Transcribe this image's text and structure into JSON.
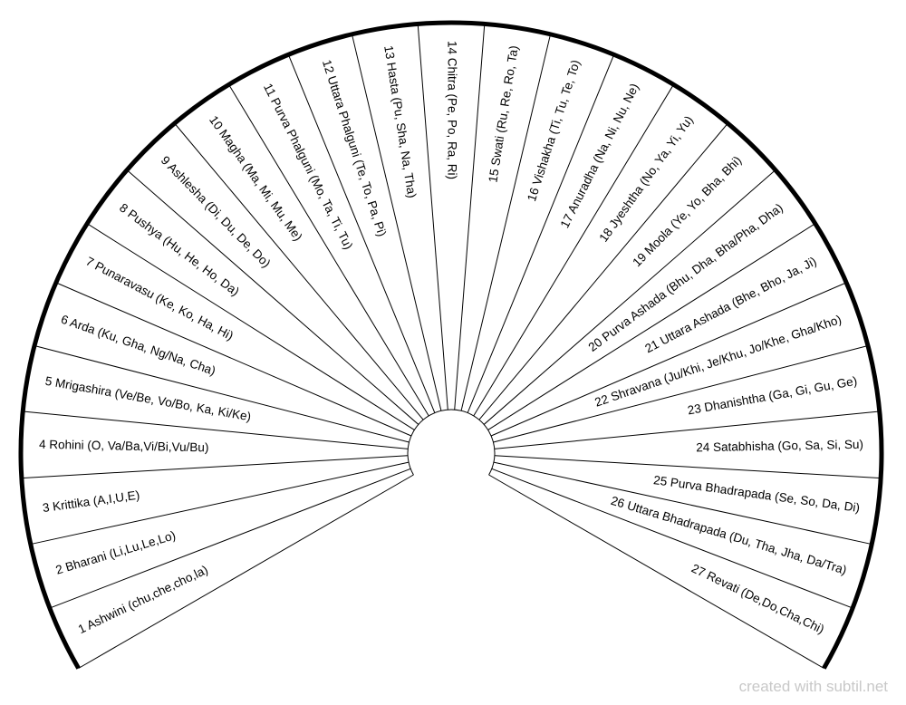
{
  "title": "Nakshatra syllables fan chart",
  "sectors": [
    "1 Ashwini (chu,che,cho,la)",
    "2 Bharani (Li,Lu,Le,Lo)",
    "3 Krittika (A,I,U,E)",
    "4 Rohini (O, Va/Ba,Vi/Bi,Vu/Bu)",
    "5 Mrigashira (Ve/Be, Vo/Bo, Ka, Ki/Ke)",
    "6 Arda (Ku, Gha, Ng/Na, Cha)",
    "7 Punaravasu (Ke, Ko, Ha, Hi)",
    "8 Pushya (Hu, He, Ho, Da)",
    "9 Ashlesha (Di, Du, De, Do)",
    "10 Magha (Ma, Mi, Mu, Me)",
    "11 Purva Phalguni (Mo, Ta, Ti, Tu)",
    "12 Uttara Phalguni (Te, To, Pa, Pi)",
    "13 Hasta (Pu, Sha, Na, Tha)",
    "14 Chitra (Pe, Po, Ra, Ri)",
    "15 Swati (Ru, Re, Ro, Ta)",
    "16 Vishakha (Ti, Tu, Te, To)",
    "17 Anuradha (Na, Ni, Nu, Ne)",
    "18 Jyeshtha (No, Ya, Yi, Yu)",
    "19 Moola (Ye, Yo, Bha, Bhi)",
    "20 Purva Ashada (Bhu, Dha, Bha/Pha, Dha)",
    "21 Uttara Ashada (Bhe, Bho, Ja, Ji)",
    "22 Shravana (Ju/Khi, Je/Khu, Jo/Khe, Gha/Kho)",
    "23 Dhanishtha (Ga, Gi, Gu, Ge)",
    "24 Satabhisha (Go, Sa, Si, Su)",
    "25 Purva Bhadrapada (Se, So, Da, Di)",
    "26 Uttara Bhadrapada (Du, Tha, Jha, Da/Tra)",
    "27 Revati (De,Do,Cha,Chi)"
  ],
  "watermark": "created with subtil.net"
}
